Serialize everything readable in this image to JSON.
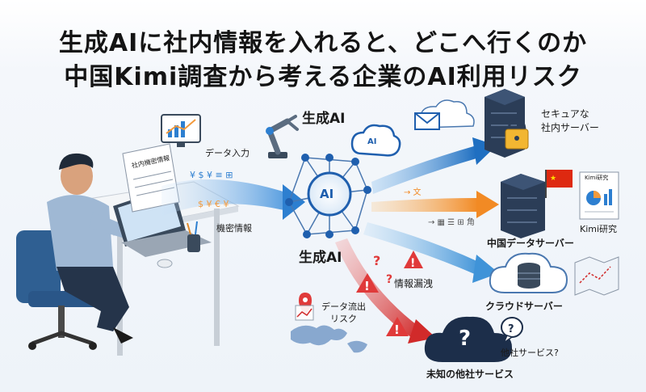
{
  "title": {
    "line1": "生成AIに社内情報を入れると、どこへ行くのか",
    "line2": "中国Kimi調査から考える企業のAI利用リスク"
  },
  "labels": {
    "data_input": "データ入力",
    "confidential_info": "機密情報",
    "document_title": "社内機密情報",
    "gen_ai_top": "生成AI",
    "gen_ai_bottom": "生成AI",
    "ai_chip": "AI",
    "ai_cloud": "AI",
    "secure_server": "セキュアな\n社内サーバー",
    "china_server": "中国データサーバー",
    "kimi_doc_title": "Kimi研究",
    "kimi_label": "Kimi研究",
    "cloud_server": "クラウドサーバー",
    "info_leak": "情報漏洩",
    "leak_risk": "データ流出\nリスク",
    "other_services": "他社サービス?",
    "unknown_services": "未知の他社サービス",
    "unknown_mark": "?"
  },
  "colors": {
    "title": "#141414",
    "blue_flow": "#2d7fd0",
    "orange_flow": "#f39a3c",
    "red_flow": "#d93a3a",
    "light_blue_flow": "#5aa7e6",
    "server": "#2b3d57",
    "warning": "#e03a3a",
    "china_flag": "#de2910"
  },
  "icons": [
    "person-icon",
    "laptop-icon",
    "document-icon",
    "monitor-chart-icon",
    "robot-arm-icon",
    "brain-icon",
    "email-icon",
    "server-icon",
    "lock-icon",
    "flag-icon",
    "cloud-icon",
    "database-icon",
    "warning-icon",
    "map-icon",
    "question-icon"
  ]
}
